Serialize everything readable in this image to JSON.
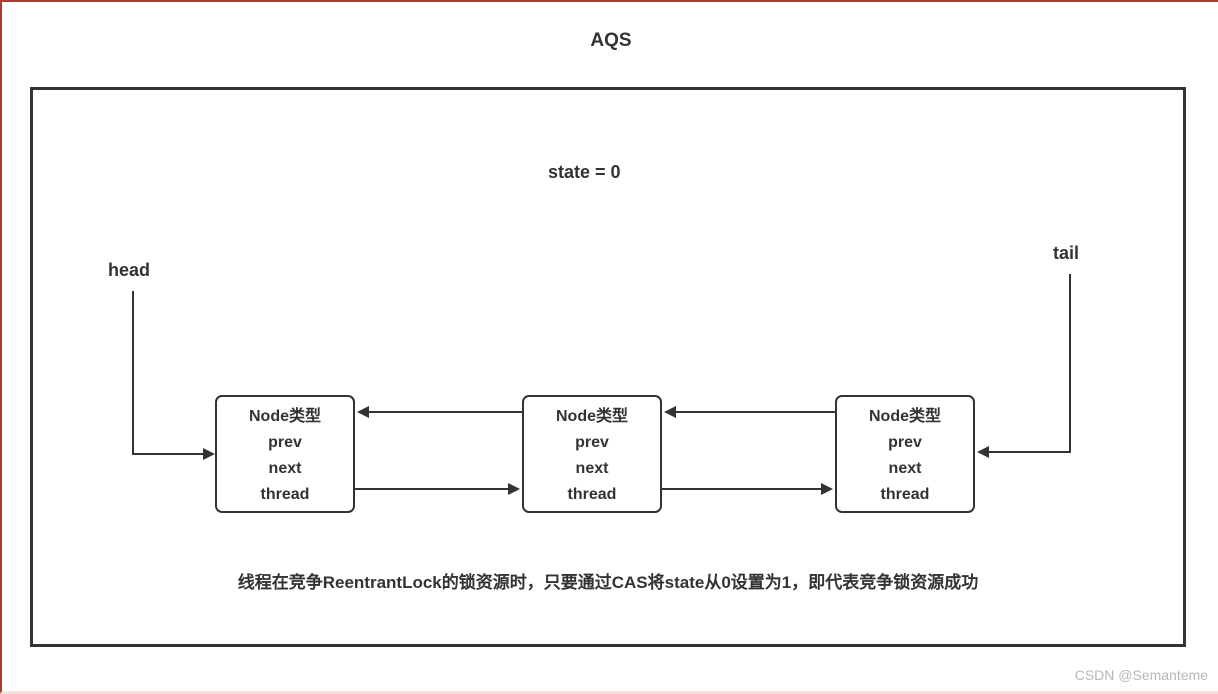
{
  "diagram": {
    "title": "AQS",
    "state_text": "state = 0",
    "head_label": "head",
    "tail_label": "tail",
    "caption": "线程在竞争ReentrantLock的锁资源时，只要通过CAS将state从0设置为1，即代表竞争锁资源成功",
    "watermark": "CSDN @Semanteme",
    "nodes": [
      {
        "title": "Node类型",
        "fields": [
          "prev",
          "next",
          "thread"
        ]
      },
      {
        "title": "Node类型",
        "fields": [
          "prev",
          "next",
          "thread"
        ]
      },
      {
        "title": "Node类型",
        "fields": [
          "prev",
          "next",
          "thread"
        ]
      }
    ],
    "colors": {
      "frame_red": "#b23a31",
      "frame_bottom_pink": "#f7e2da",
      "line_dark": "#333333",
      "watermark_gray": "#b8b8b8"
    }
  }
}
